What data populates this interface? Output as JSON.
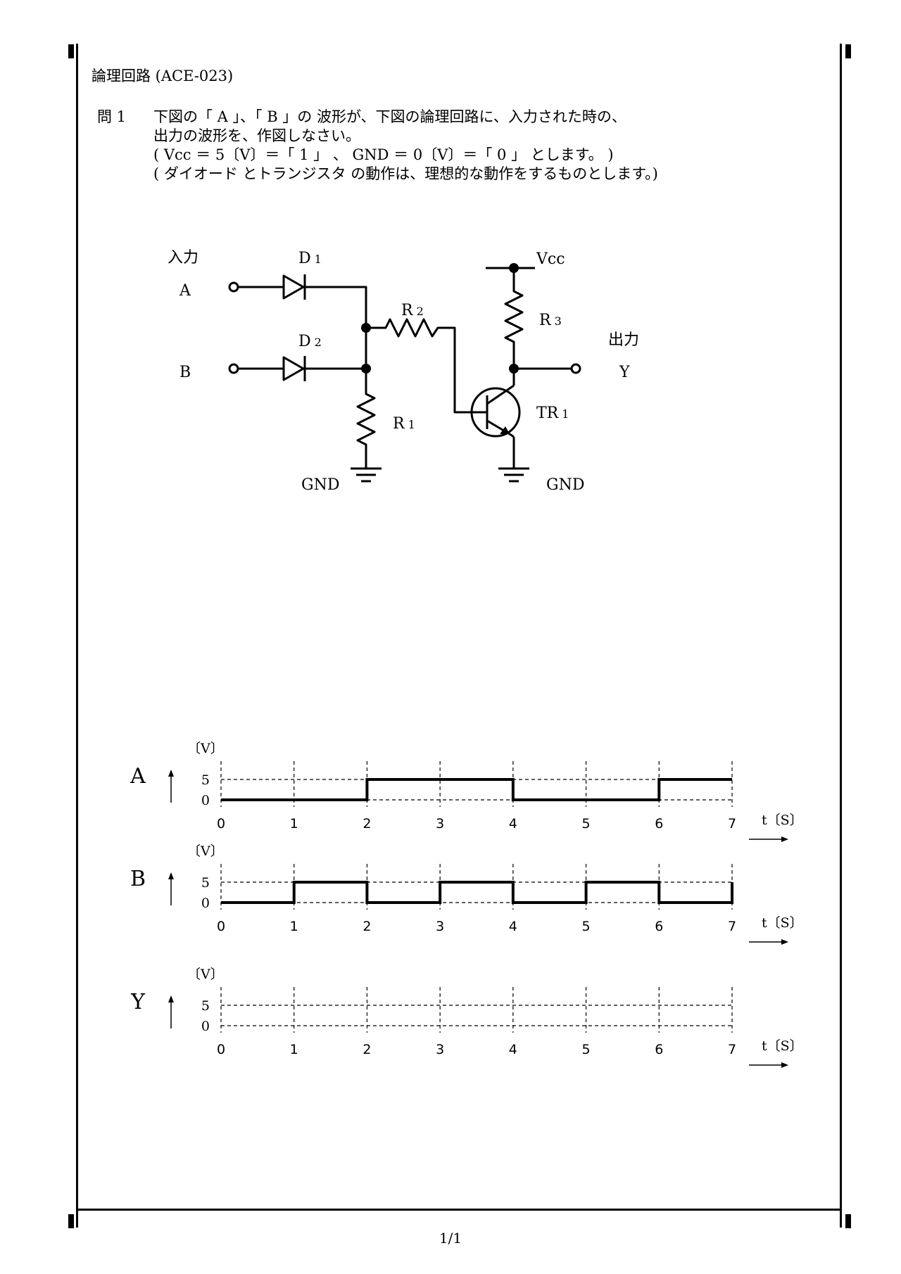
{
  "header": {
    "title": "論理回路 (ACE-023)"
  },
  "question": {
    "label": "問 1",
    "lines": [
      "下図の「 A 」、「 B 」の 波形が、下図の論理回路に、入力された時の、",
      "出力の波形を、作図しなさい。",
      "(  Vcc ＝ 5〔V〕＝「 1 」 、 GND ＝ 0〔V〕＝「 0 」 とします。 )",
      "( ダイオード とトランジスタ の動作は、理想的な動作をするものとします。)"
    ]
  },
  "circuit": {
    "input_label": "入力",
    "input_a": "A",
    "input_b": "B",
    "d1": {
      "main": "D",
      "sub": "1"
    },
    "d2": {
      "main": "D",
      "sub": "2"
    },
    "r1": {
      "main": "R",
      "sub": "1"
    },
    "r2": {
      "main": "R",
      "sub": "2"
    },
    "r3": {
      "main": "R",
      "sub": "3"
    },
    "tr1": {
      "main": "TR",
      "sub": "1"
    },
    "vcc": "Vcc",
    "gnd_left": "GND",
    "gnd_right": "GND",
    "output_label": "出力",
    "output_y": "Y"
  },
  "chart_data": {
    "type": "line",
    "x_ticks": [
      "0",
      "1",
      "2",
      "3",
      "4",
      "5",
      "6",
      "7"
    ],
    "xlim": [
      0,
      7
    ],
    "y_ticks": [
      "0",
      "5"
    ],
    "ylim": [
      0,
      5
    ],
    "unit_v": "〔V〕",
    "unit_t": "t〔S〕",
    "series": [
      {
        "name": "A",
        "x": [
          0,
          2,
          2,
          4,
          4,
          6,
          6,
          7
        ],
        "y": [
          0,
          0,
          5,
          5,
          0,
          0,
          5,
          5
        ]
      },
      {
        "name": "B",
        "x": [
          0,
          1,
          1,
          2,
          2,
          3,
          3,
          4,
          4,
          5,
          5,
          6,
          6,
          7,
          7
        ],
        "y": [
          0,
          0,
          5,
          5,
          0,
          0,
          5,
          5,
          0,
          0,
          5,
          5,
          0,
          0,
          5
        ]
      },
      {
        "name": "Y",
        "x": [],
        "y": []
      }
    ]
  },
  "footer": {
    "page": "1/1"
  }
}
